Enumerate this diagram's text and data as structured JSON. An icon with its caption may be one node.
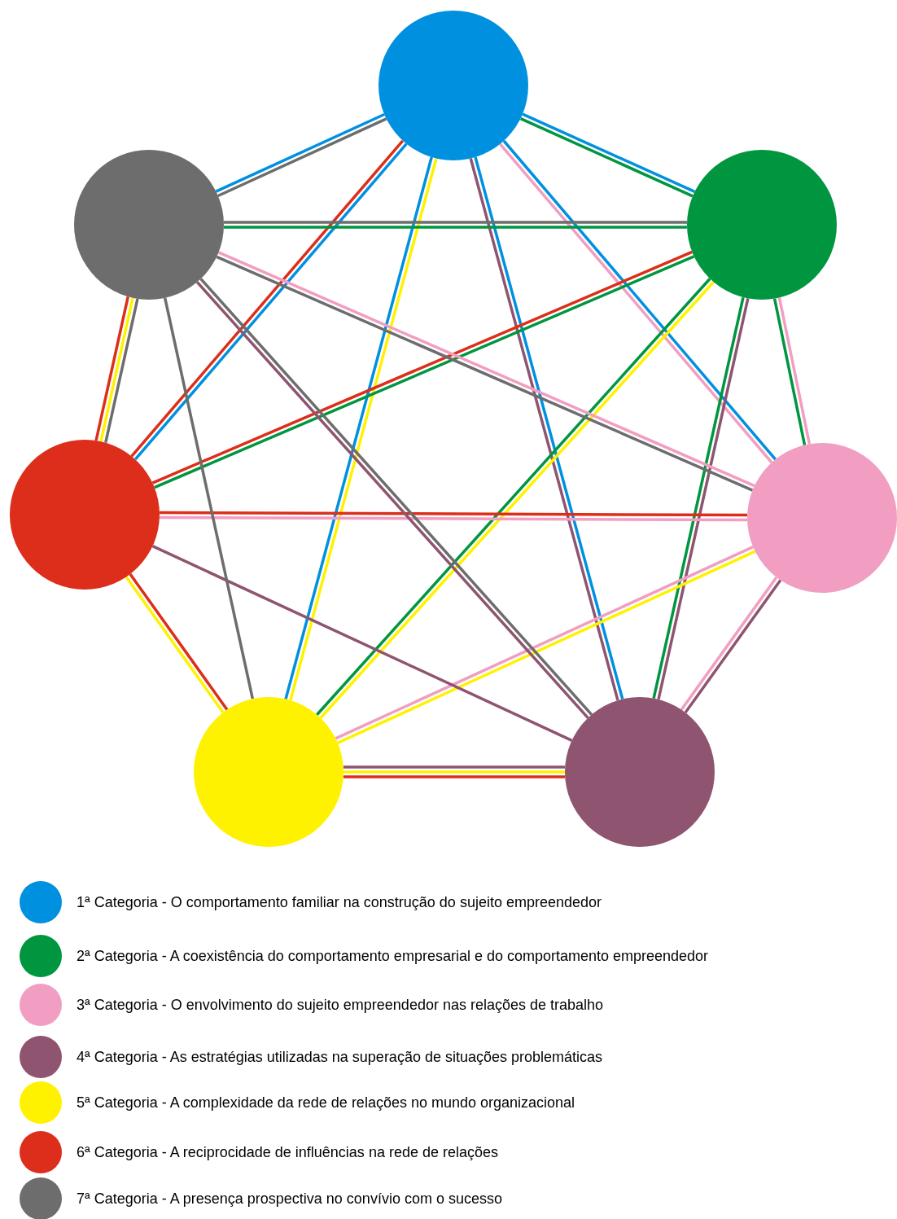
{
  "diagram": {
    "nodes": [
      {
        "text": [],
        "shape": "circle"
      },
      {
        "text": [],
        "shape": "circle"
      },
      {
        "text": [],
        "shape": "circle"
      },
      {
        "text": [],
        "shape": "circle"
      },
      {
        "text": [],
        "shape": "circle"
      },
      {
        "text": [],
        "shape": "circle"
      },
      {
        "text": [],
        "shape": "circle"
      }
    ],
    "edges": [
      {
        "from": 0,
        "to": 6,
        "arrow": "none",
        "color": "#6d6d6d"
      },
      {
        "from": 0,
        "to": 6,
        "arrow": "none",
        "color": "#0090e0"
      },
      {
        "from": 0,
        "to": 1,
        "arrow": "none",
        "color": "#0090e0"
      },
      {
        "from": 0,
        "to": 1,
        "arrow": "none",
        "color": "#00963f"
      },
      {
        "from": 0,
        "to": 5,
        "arrow": "none",
        "color": "#0090e0"
      },
      {
        "from": 0,
        "to": 5,
        "arrow": "none",
        "color": "#dc2e1a"
      },
      {
        "from": 0,
        "to": 4,
        "arrow": "none",
        "color": "#fff200"
      },
      {
        "from": 0,
        "to": 4,
        "arrow": "none",
        "color": "#0090e0"
      },
      {
        "from": 0,
        "to": 3,
        "arrow": "none",
        "color": "#0090e0"
      },
      {
        "from": 0,
        "to": 3,
        "arrow": "none",
        "color": "#8e5470"
      },
      {
        "from": 0,
        "to": 2,
        "arrow": "none",
        "color": "#0090e0"
      },
      {
        "from": 0,
        "to": 2,
        "arrow": "none",
        "color": "#f19ec2"
      },
      {
        "from": 1,
        "to": 6,
        "arrow": "none",
        "color": "#00963f"
      },
      {
        "from": 1,
        "to": 6,
        "arrow": "none",
        "color": "#6d6d6d"
      },
      {
        "from": 1,
        "to": 2,
        "arrow": "none",
        "color": "#f19ec2"
      },
      {
        "from": 1,
        "to": 2,
        "arrow": "none",
        "color": "#00963f"
      },
      {
        "from": 1,
        "to": 3,
        "arrow": "none",
        "color": "#8e5470"
      },
      {
        "from": 1,
        "to": 3,
        "arrow": "none",
        "color": "#00963f"
      },
      {
        "from": 1,
        "to": 4,
        "arrow": "none",
        "color": "#fff200"
      },
      {
        "from": 1,
        "to": 4,
        "arrow": "none",
        "color": "#00963f"
      },
      {
        "from": 1,
        "to": 5,
        "arrow": "none",
        "color": "#00963f"
      },
      {
        "from": 1,
        "to": 5,
        "arrow": "none",
        "color": "#dc2e1a"
      },
      {
        "from": 2,
        "to": 3,
        "arrow": "none",
        "color": "#8e5470"
      },
      {
        "from": 2,
        "to": 3,
        "arrow": "none",
        "color": "#f19ec2"
      },
      {
        "from": 2,
        "to": 4,
        "arrow": "none",
        "color": "#fff200"
      },
      {
        "from": 2,
        "to": 4,
        "arrow": "none",
        "color": "#f19ec2"
      },
      {
        "from": 2,
        "to": 5,
        "arrow": "none",
        "color": "#f19ec2"
      },
      {
        "from": 2,
        "to": 5,
        "arrow": "none",
        "color": "#dc2e1a"
      },
      {
        "from": 2,
        "to": 6,
        "arrow": "none",
        "color": "#6d6d6d"
      },
      {
        "from": 2,
        "to": 6,
        "arrow": "none",
        "color": "#f19ec2"
      },
      {
        "from": 3,
        "to": 4,
        "arrow": "none",
        "color": "#dc2e1a"
      },
      {
        "from": 3,
        "to": 4,
        "arrow": "none",
        "color": "#fff200"
      },
      {
        "from": 3,
        "to": 4,
        "arrow": "none",
        "color": "#8e5470"
      },
      {
        "from": 3,
        "to": 5,
        "arrow": "none",
        "color": "#8e5470"
      },
      {
        "from": 3,
        "to": 6,
        "arrow": "none",
        "color": "#8e5470"
      },
      {
        "from": 3,
        "to": 6,
        "arrow": "none",
        "color": "#6d6d6d"
      },
      {
        "from": 4,
        "to": 5,
        "arrow": "none",
        "color": "#fff200"
      },
      {
        "from": 4,
        "to": 5,
        "arrow": "none",
        "color": "#dc2e1a"
      },
      {
        "from": 4,
        "to": 6,
        "arrow": "none",
        "color": "#6d6d6d"
      },
      {
        "from": 5,
        "to": 6,
        "arrow": "none",
        "color": "#dc2e1a"
      },
      {
        "from": 5,
        "to": 6,
        "arrow": "none",
        "color": "#fff200"
      },
      {
        "from": 5,
        "to": 6,
        "arrow": "none",
        "color": "#6d6d6d"
      }
    ],
    "legend": [
      {
        "text": "1ª Categoria - O comportamento familiar na construção do sujeito empreendedor",
        "color": "#0090e0"
      },
      {
        "text": "2ª Categoria - A coexistência do comportamento empresarial e do comportamento empreendedor",
        "color": "#00963f"
      },
      {
        "text": "3ª Categoria - O envolvimento do sujeito empreendedor nas relações de trabalho",
        "color": "#f19ec2"
      },
      {
        "text": "4ª Categoria - As estratégias utilizadas na superação de situações problemáticas",
        "color": "#8e5470"
      },
      {
        "text": "5ª Categoria - A complexidade da rede de relações no mundo organizacional",
        "color": "#fff200"
      },
      {
        "text": "6ª Categoria - A reciprocidade de influências na rede de relações",
        "color": "#dc2e1a"
      },
      {
        "text": "7ª Categoria - A presença prospectiva no convívio com o sucesso",
        "color": "#6d6d6d"
      }
    ]
  }
}
